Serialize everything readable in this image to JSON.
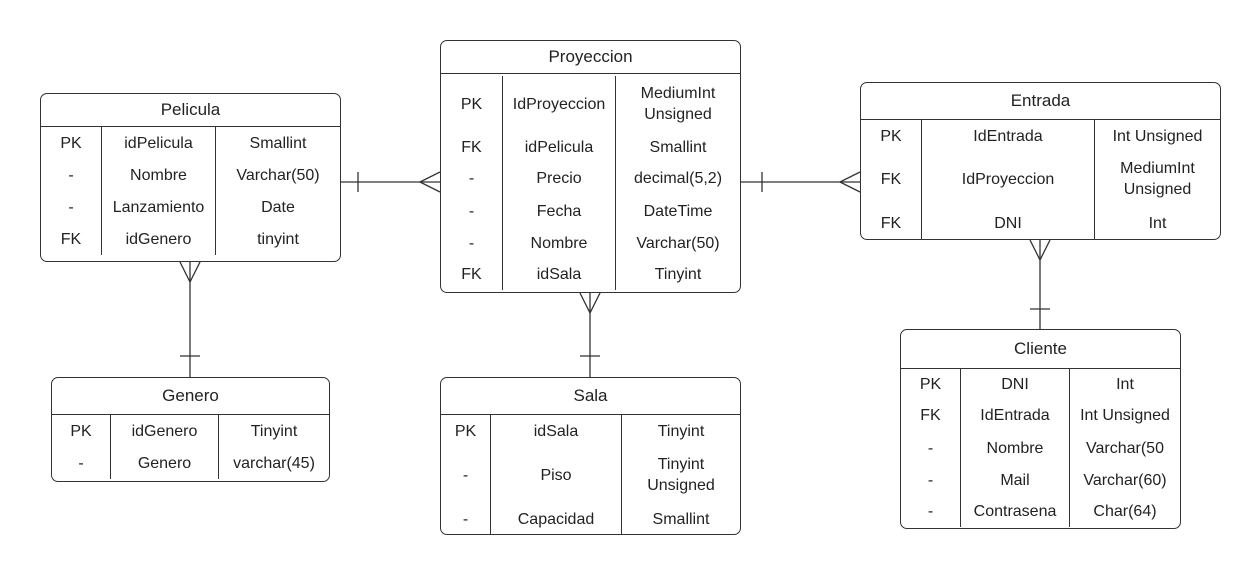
{
  "entities": {
    "pelicula": {
      "title": "Pelicula",
      "rows": [
        {
          "key": "PK",
          "name": "idPelicula",
          "type": "Smallint"
        },
        {
          "key": "-",
          "name": "Nombre",
          "type": "Varchar(50)"
        },
        {
          "key": "-",
          "name": "Lanzamiento",
          "type": "Date"
        },
        {
          "key": "FK",
          "name": "idGenero",
          "type": "tinyint"
        }
      ]
    },
    "proyeccion": {
      "title": "Proyeccion",
      "rows": [
        {
          "key": "PK",
          "name": "IdProyeccion",
          "type": "MediumInt\nUnsigned"
        },
        {
          "key": "FK",
          "name": "idPelicula",
          "type": "Smallint"
        },
        {
          "key": "-",
          "name": "Precio",
          "type": "decimal(5,2)"
        },
        {
          "key": "-",
          "name": "Fecha",
          "type": "DateTime"
        },
        {
          "key": "-",
          "name": "Nombre",
          "type": "Varchar(50)"
        },
        {
          "key": "FK",
          "name": "idSala",
          "type": "Tinyint"
        }
      ]
    },
    "entrada": {
      "title": "Entrada",
      "rows": [
        {
          "key": "PK",
          "name": "IdEntrada",
          "type": "Int Unsigned"
        },
        {
          "key": "FK",
          "name": "IdProyeccion",
          "type": "MediumInt\nUnsigned"
        },
        {
          "key": "FK",
          "name": "DNI",
          "type": "Int"
        }
      ]
    },
    "genero": {
      "title": "Genero",
      "rows": [
        {
          "key": "PK",
          "name": "idGenero",
          "type": "Tinyint"
        },
        {
          "key": "-",
          "name": "Genero",
          "type": "varchar(45)"
        }
      ]
    },
    "sala": {
      "title": "Sala",
      "rows": [
        {
          "key": "PK",
          "name": "idSala",
          "type": "Tinyint"
        },
        {
          "key": "-",
          "name": "Piso",
          "type": "Tinyint\nUnsigned"
        },
        {
          "key": "-",
          "name": "Capacidad",
          "type": "Smallint"
        }
      ]
    },
    "cliente": {
      "title": "Cliente",
      "rows": [
        {
          "key": "PK",
          "name": "DNI",
          "type": "Int"
        },
        {
          "key": "FK",
          "name": "IdEntrada",
          "type": "Int Unsigned"
        },
        {
          "key": "-",
          "name": "Nombre",
          "type": "Varchar(50"
        },
        {
          "key": "-",
          "name": "Mail",
          "type": "Varchar(60)"
        },
        {
          "key": "-",
          "name": "Contrasena",
          "type": "Char(64)"
        }
      ]
    }
  },
  "relationships": [
    {
      "from": "pelicula",
      "from_card": "one",
      "to": "proyeccion",
      "to_card": "many"
    },
    {
      "from": "proyeccion",
      "from_card": "one",
      "to": "entrada",
      "to_card": "many"
    },
    {
      "from": "genero",
      "from_card": "one",
      "to": "pelicula",
      "to_card": "many"
    },
    {
      "from": "sala",
      "from_card": "one",
      "to": "proyeccion",
      "to_card": "many"
    },
    {
      "from": "cliente",
      "from_card": "one",
      "to": "entrada",
      "to_card": "many"
    }
  ]
}
